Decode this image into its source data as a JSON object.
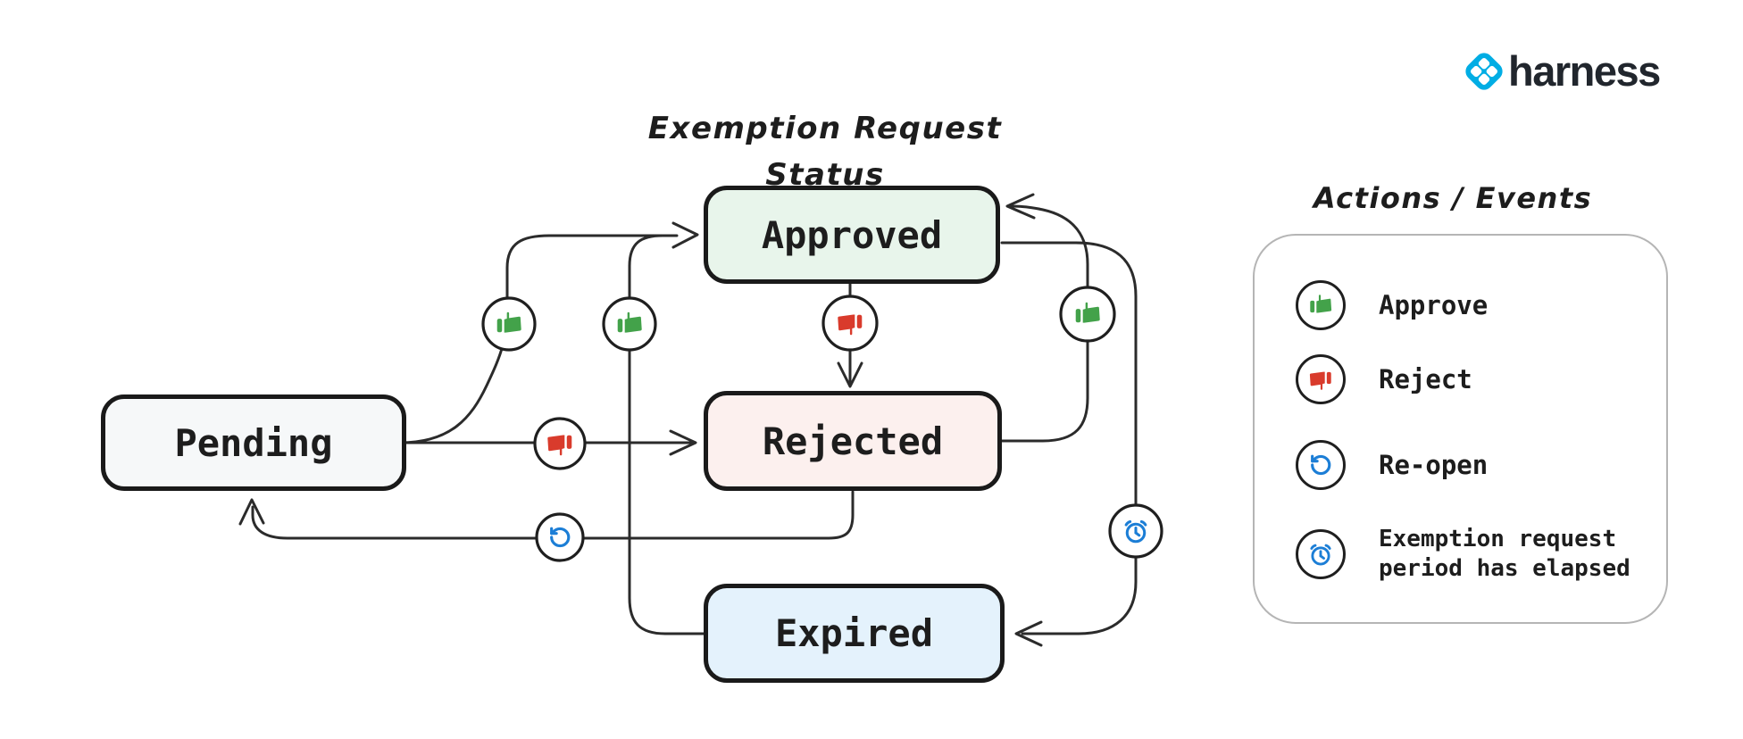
{
  "title": "Exemption Request Status",
  "logo": {
    "brand": "harness",
    "icon": "harness-diamond-icon",
    "icon_color": "#00ade4",
    "text_color": "#21262d"
  },
  "diagram": {
    "states": [
      {
        "id": "pending",
        "label": "Pending",
        "fill": "#f6f8f9"
      },
      {
        "id": "approved",
        "label": "Approved",
        "fill": "#e8f5eb"
      },
      {
        "id": "rejected",
        "label": "Rejected",
        "fill": "#fcf0ee"
      },
      {
        "id": "expired",
        "label": "Expired",
        "fill": "#e4f2fc"
      }
    ],
    "transitions": [
      {
        "from": "Pending",
        "to": "Approved",
        "action": "Approve",
        "icon": "thumbs-up-icon"
      },
      {
        "from": "Pending",
        "to": "Rejected",
        "action": "Reject",
        "icon": "thumbs-down-icon"
      },
      {
        "from": "Approved",
        "to": "Rejected",
        "action": "Reject",
        "icon": "thumbs-down-icon"
      },
      {
        "from": "Rejected",
        "to": "Approved",
        "action": "Approve",
        "icon": "thumbs-up-icon"
      },
      {
        "from": "Expired",
        "to": "Approved",
        "action": "Approve",
        "icon": "thumbs-up-icon"
      },
      {
        "from": "Approved",
        "to": "Expired",
        "action": "Exemption request period has elapsed",
        "icon": "alarm-clock-icon"
      },
      {
        "from": "Rejected",
        "to": "Pending",
        "action": "Re-open",
        "icon": "rotate-ccw-icon"
      }
    ]
  },
  "legend": {
    "title": "Actions / Events",
    "items": [
      {
        "icon": "thumbs-up-icon",
        "color": "#43a24a",
        "label": "Approve"
      },
      {
        "icon": "thumbs-down-icon",
        "color": "#d93b2c",
        "label": "Reject"
      },
      {
        "icon": "rotate-ccw-icon",
        "color": "#1c7ed6",
        "label": "Re-open"
      },
      {
        "icon": "alarm-clock-icon",
        "color": "#1c7ed6",
        "label": "Exemption request period has elapsed"
      }
    ]
  },
  "colors": {
    "line": "#2b2b2b",
    "box_border": "#1a1a1a",
    "legend_border": "#b5b5b5"
  }
}
